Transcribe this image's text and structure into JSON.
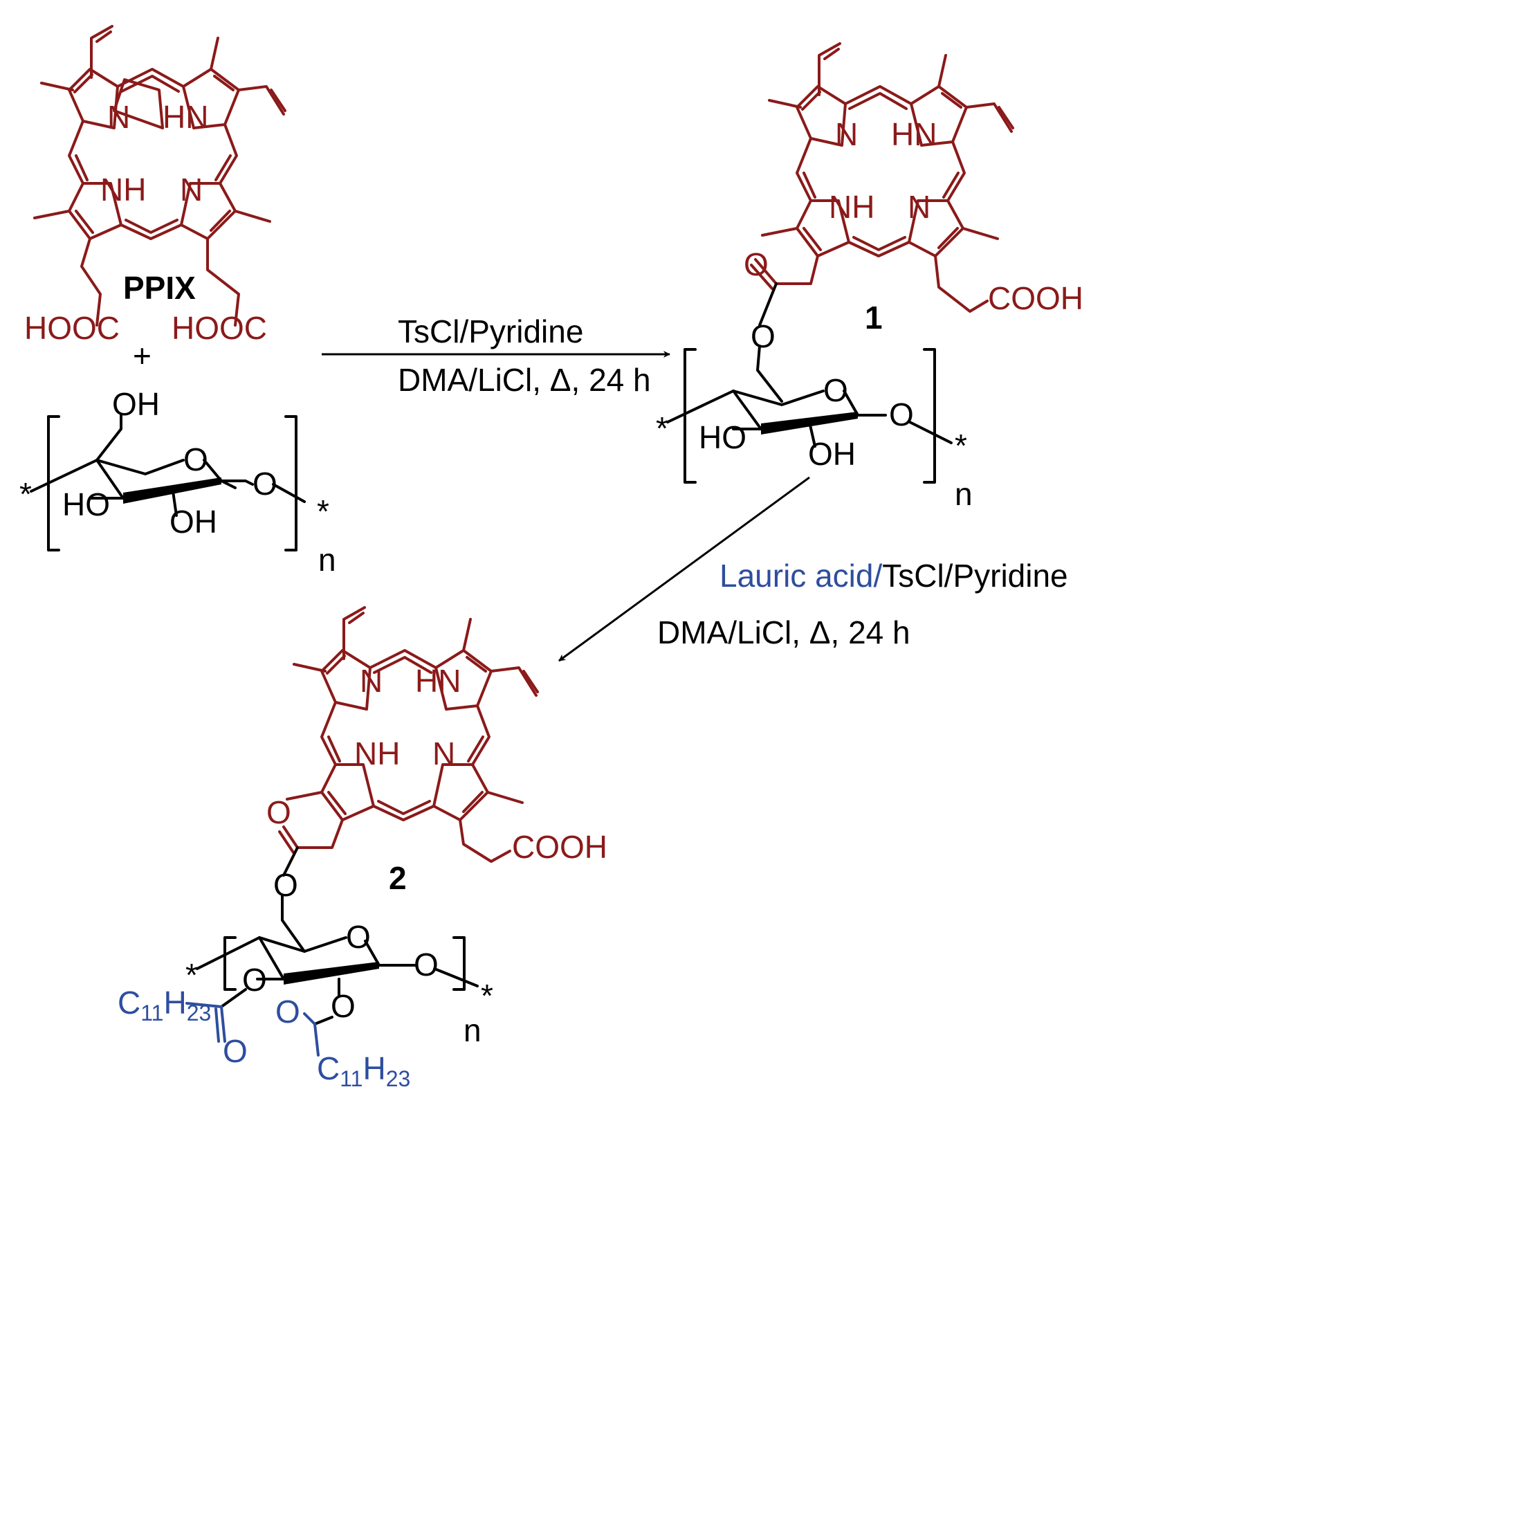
{
  "colors": {
    "porphyrin": "#8b1a1a",
    "cellulose": "#000000",
    "lauroyl": "#2e4e9e"
  },
  "compounds": {
    "ppix": {
      "name": "PPIX",
      "acid_left": "HOOC",
      "acid_right": "HOOC"
    },
    "product1": {
      "name": "1",
      "acid": "COOH"
    },
    "product2": {
      "name": "2",
      "acid": "COOH"
    }
  },
  "atoms": {
    "N": "N",
    "HN": "HN",
    "NH": "NH",
    "O": "O",
    "OH": "OH",
    "HO": "HO",
    "star": "*",
    "n": "n",
    "C": "C",
    "H": "H",
    "c11": "11",
    "h23": "23"
  },
  "plus": "+",
  "reactions": {
    "step1": {
      "reagent_top": "TsCl/Pyridine",
      "conditions": "DMA/LiCl, Δ, 24 h"
    },
    "step2": {
      "reagent_highlight": "Lauric acid/",
      "reagent_rest": "TsCl/Pyridine",
      "conditions": "DMA/LiCl, Δ, 24 h"
    }
  }
}
